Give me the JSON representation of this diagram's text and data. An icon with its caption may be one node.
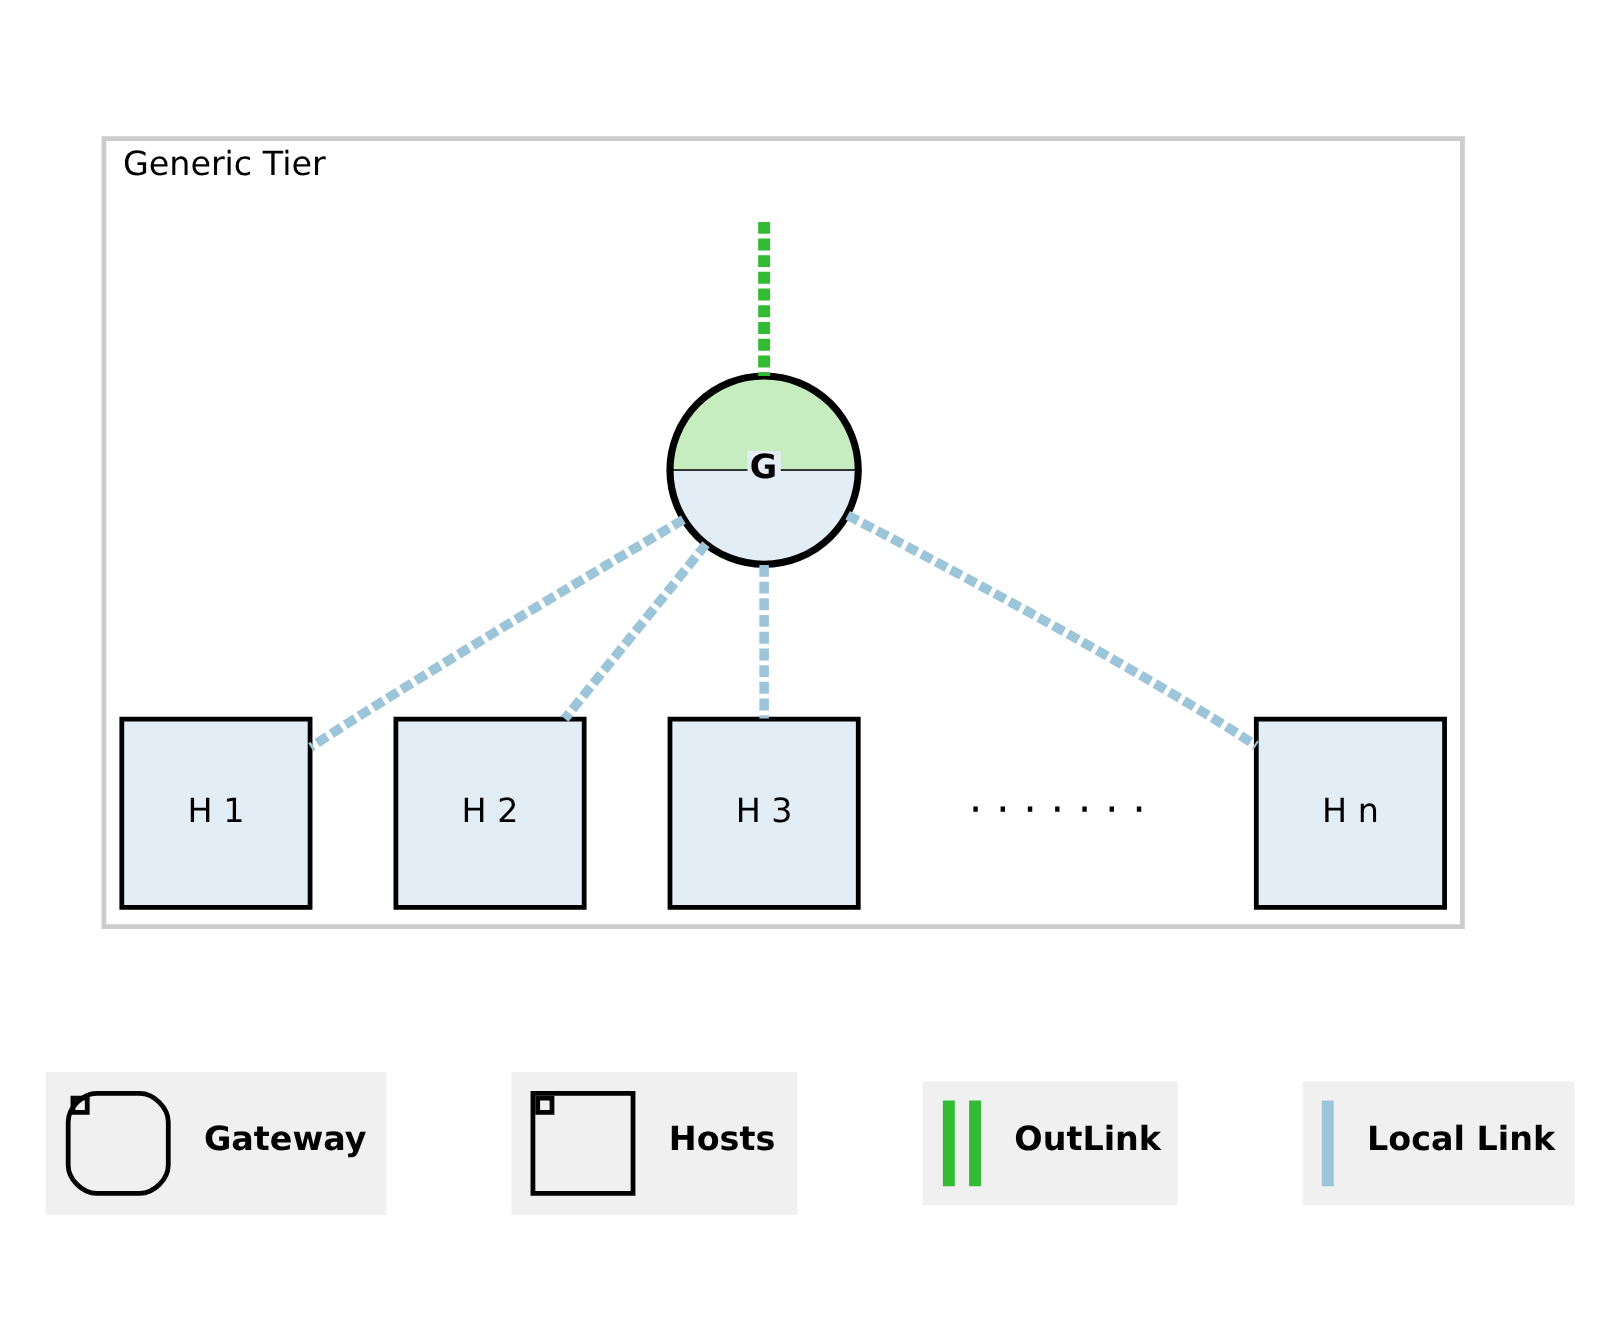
{
  "diagram": {
    "nodes": [
      {
        "text": [
          "Generic Tier"
        ]
      },
      {
        "text": [
          "G"
        ],
        "in": 0
      },
      {
        "text": [
          "H 1"
        ],
        "in": 0
      },
      {
        "text": [
          "H 2"
        ],
        "in": 0
      },
      {
        "text": [
          "H 3"
        ],
        "in": 0
      },
      {
        "text": [
          "H n"
        ],
        "in": 0
      }
    ],
    "edges": [
      {
        "from": null,
        "to": 1,
        "arrow": "none",
        "style": "dashed",
        "color": "#33bb33"
      },
      {
        "from": 1,
        "to": 2,
        "arrow": "none",
        "style": "dashed"
      },
      {
        "from": 1,
        "to": 3,
        "arrow": "none",
        "style": "dashed"
      },
      {
        "from": 1,
        "to": 4,
        "arrow": "none",
        "style": "dashed"
      },
      {
        "from": 1,
        "to": 5,
        "arrow": "none",
        "style": "dashed"
      }
    ],
    "labels": [
      "· · · · · · ·"
    ],
    "legend": [
      {
        "text": "Gateway"
      },
      {
        "text": "Hosts"
      },
      {
        "text": "OutLink"
      },
      {
        "text": "Local Link"
      }
    ]
  }
}
